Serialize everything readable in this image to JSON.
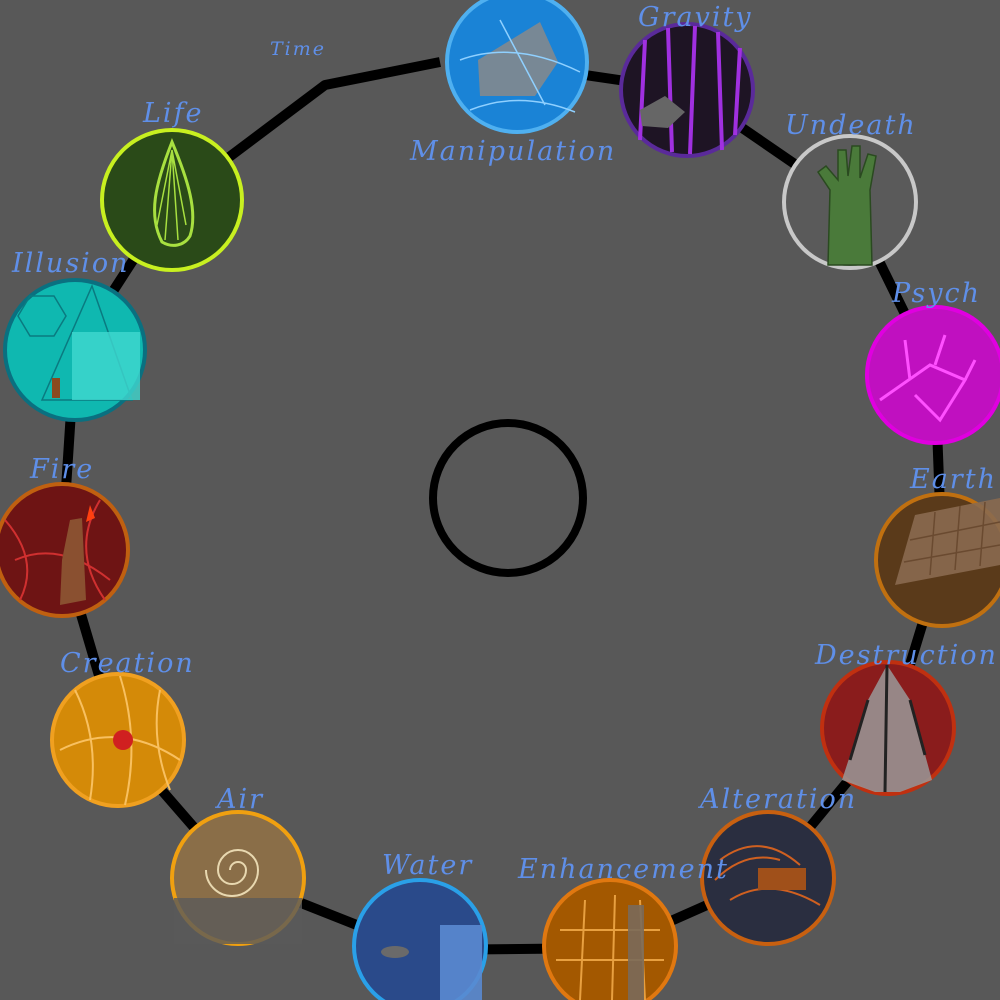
{
  "diagram": {
    "time_label": "Time",
    "nodes": [
      {
        "id": "manipulation",
        "label": "Manipulation",
        "fill": "#1a83d6",
        "border": "#4fb0f0"
      },
      {
        "id": "gravity",
        "label": "Gravity",
        "fill": "#1e1424",
        "border": "#5a2a9a"
      },
      {
        "id": "undeath",
        "label": "Undeath",
        "fill": "#5a5a5a",
        "border": "#c8c8c8"
      },
      {
        "id": "psych",
        "label": "Psych",
        "fill": "#c010c0",
        "border": "#e000e0"
      },
      {
        "id": "earth",
        "label": "Earth",
        "fill": "#5a3a1a",
        "border": "#c07010"
      },
      {
        "id": "destruction",
        "label": "Destruction",
        "fill": "#8a1c1c",
        "border": "#c03010"
      },
      {
        "id": "alteration",
        "label": "Alteration",
        "fill": "#2a2e40",
        "border": "#c86010"
      },
      {
        "id": "enhancement",
        "label": "Enhancement",
        "fill": "#a35800",
        "border": "#e07810"
      },
      {
        "id": "water",
        "label": "Water",
        "fill": "#2a4a8a",
        "border": "#2aa0e8"
      },
      {
        "id": "air",
        "label": "Air",
        "fill": "#8a6e48",
        "border": "#f0a010"
      },
      {
        "id": "creation",
        "label": "Creation",
        "fill": "#d48a08",
        "border": "#f0a020"
      },
      {
        "id": "fire",
        "label": "Fire",
        "fill": "#6e1414",
        "border": "#c06010"
      },
      {
        "id": "illusion",
        "label": "Illusion",
        "fill": "#0fb8b0",
        "border": "#0a7080"
      },
      {
        "id": "life",
        "label": "Life",
        "fill": "#2a4a18",
        "border": "#c8f020"
      }
    ]
  }
}
